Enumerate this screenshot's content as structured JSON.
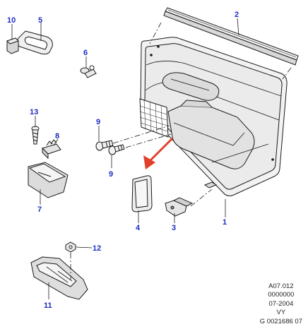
{
  "callouts": {
    "c1": "1",
    "c2": "2",
    "c3": "3",
    "c4": "4",
    "c5": "5",
    "c6": "6",
    "c7": "7",
    "c8": "8",
    "c9a": "9",
    "c9b": "9",
    "c10": "10",
    "c11": "11",
    "c12": "12",
    "c13": "13"
  },
  "reference": {
    "line1": "A07.012",
    "line2": "0000000",
    "line3": "07-2004",
    "line4": "VY",
    "line5": "G 0021686 07"
  },
  "colors": {
    "callout": "#1e2cc4",
    "arrow": "#e0402a",
    "line": "#1a1a1a",
    "panel": "#f2f2f2",
    "shade": "#d8d8d8"
  }
}
